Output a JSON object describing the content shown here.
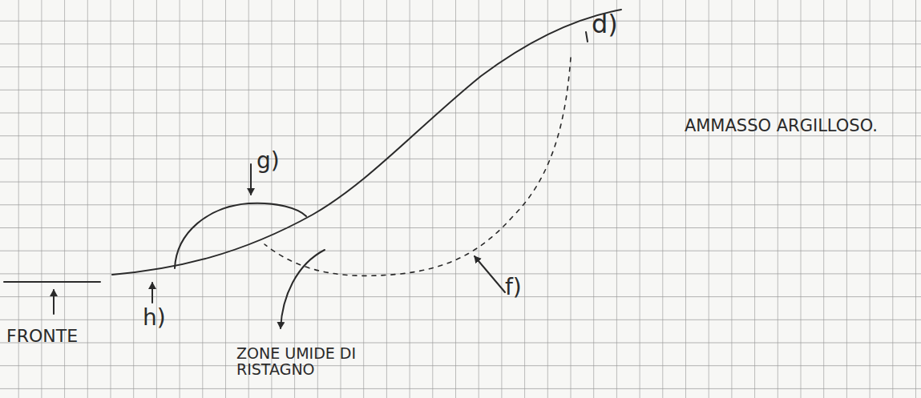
{
  "diagram": {
    "labels": [
      "d)",
      "AMMASSO ARGILLOSO.",
      "g)",
      "FRONTE",
      "h)",
      "ZONE UMIDE DI RISTAGNO",
      "f)"
    ]
  }
}
